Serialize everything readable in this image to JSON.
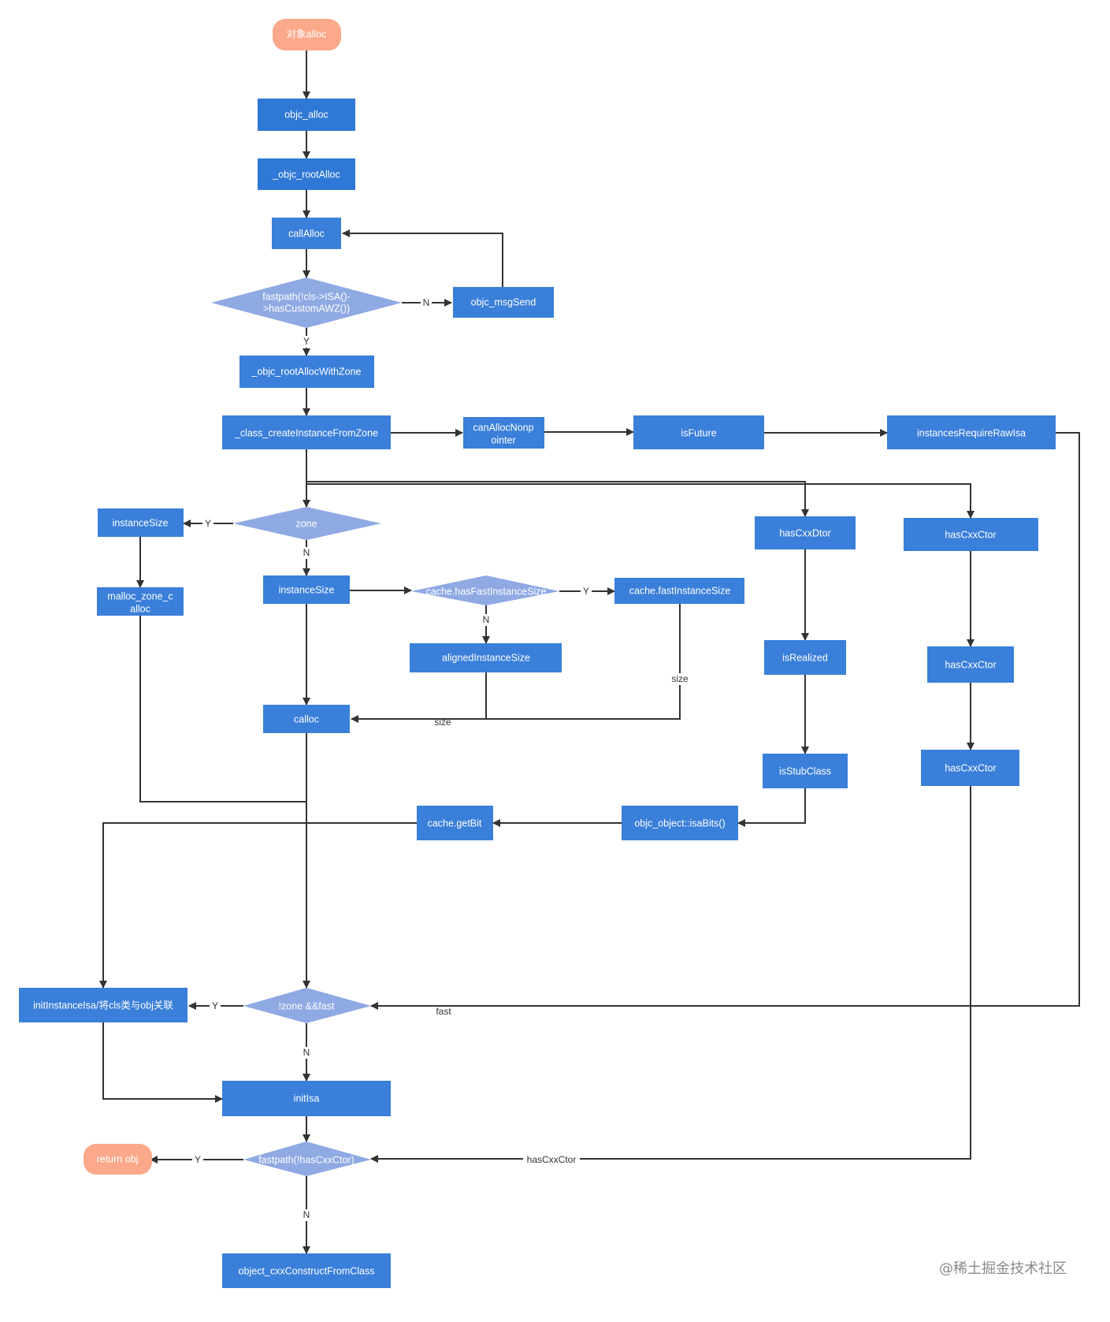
{
  "colors": {
    "process": "#3a7fd9",
    "process_dark": "#2f78d6",
    "decision": "#8fa9e3",
    "terminal": "#fba98a",
    "terminal_text": "#ffffff",
    "edge": "#333333"
  },
  "nodes": {
    "start": "对象alloc",
    "objc_alloc": "objc_alloc",
    "objc_rootAlloc": "_objc_rootAlloc",
    "callAlloc": "callAlloc",
    "fastpath_awz_l1": "fastpath(!cls->ISA()-",
    "fastpath_awz_l2": ">hasCustomAWZ())",
    "objc_msgSend": "objc_msgSend",
    "rootAllocWithZone": "_objc_rootAllocWithZone",
    "createInstanceFromZone": "_class_createInstanceFromZone",
    "canAllocNonpointer_l1": "canAllocNonp",
    "canAllocNonpointer_l2": "ointer",
    "isFuture": "isFuture",
    "instancesRequireRawIsa": "instancesRequireRawIsa",
    "zone": "zone",
    "instanceSize_left": "instanceSize",
    "malloc_zone_calloc_l1": "malloc_zone_c",
    "malloc_zone_calloc_l2": "alloc",
    "instanceSize_mid": "instanceSize",
    "hasFastInstanceSize": "cache.hasFastInstanceSize",
    "fastInstanceSize": "cache.fastInstanceSize",
    "alignedInstanceSize": "alignedInstanceSize",
    "calloc": "calloc",
    "hasCxxDtor": "hasCxxDtor",
    "isRealized": "isRealized",
    "isStubClass": "isStubClass",
    "hasCxxCtor_1": "hasCxxCtor",
    "hasCxxCtor_2": "hasCxxCtor",
    "hasCxxCtor_3": "hasCxxCtor",
    "isaBits": "objc_object::isaBits()",
    "cacheGetBit": "cache.getBit",
    "initInstanceIsa": "initInstanceIsa/将cls类与obj关联",
    "zoneFast": "!zone &&fast",
    "initIsa": "initIsa",
    "fastpathHasCxxCtor": "fastpath(!hasCxxCtor)",
    "returnObj": "return obj",
    "cxxConstruct": "object_cxxConstructFromClass"
  },
  "edge_labels": {
    "awz_no": "N",
    "awz_yes": "Y",
    "zone_yes": "Y",
    "zone_no": "N",
    "fast_yes": "Y",
    "fast_no": "N",
    "size_right": "size",
    "size_bottom": "size",
    "zonefast_yes": "Y",
    "zonefast_no": "N",
    "fast_label": "fast",
    "cxx_yes": "Y",
    "cxx_no": "N",
    "hasCxxCtor_label": "hasCxxCtor"
  },
  "watermark": "@稀土掘金技术社区"
}
